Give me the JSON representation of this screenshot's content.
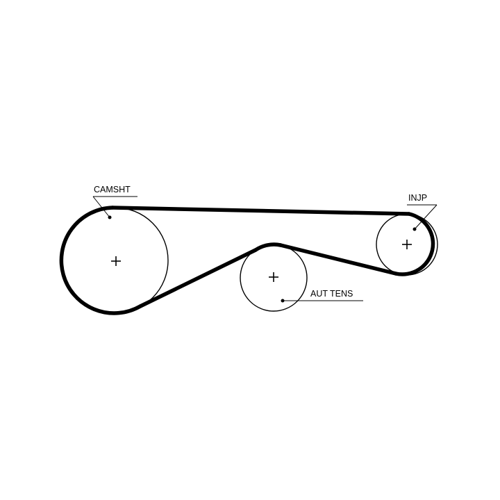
{
  "labels": {
    "camshaft": "CAMSHT",
    "injection_pump": "INJP",
    "auto_tensioner": "AUT TENS"
  },
  "colors": {
    "belt": "#000000",
    "background": "#ffffff"
  }
}
